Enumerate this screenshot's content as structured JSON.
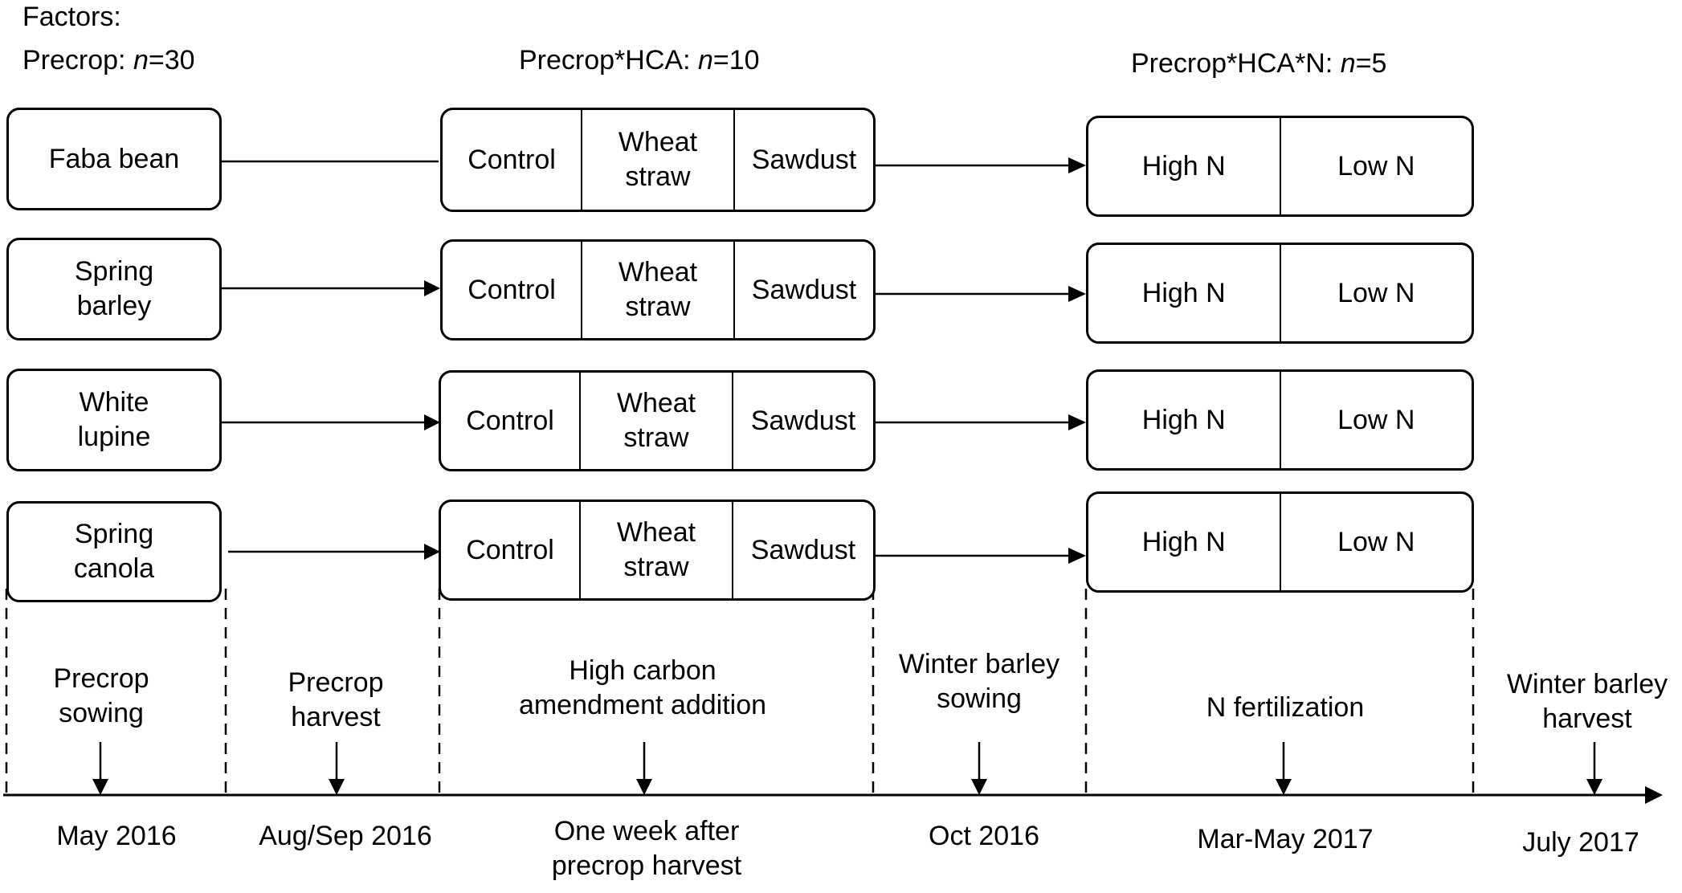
{
  "factors": {
    "heading": "Factors:",
    "precrop": "Precrop: ",
    "precrop_n": "n",
    "precrop_eq": "=30",
    "precrop_hca": "Precrop*HCA: ",
    "precrop_hca_n": "n",
    "precrop_hca_eq": "=10",
    "precrop_hca_n_label": "Precrop*HCA*N: ",
    "precrop_hca_n_n": "n",
    "precrop_hca_n_eq": "=5"
  },
  "precrops": [
    {
      "line1": "Faba bean",
      "line2": ""
    },
    {
      "line1": "Spring",
      "line2": "barley"
    },
    {
      "line1": "White",
      "line2": "lupine"
    },
    {
      "line1": "Spring",
      "line2": "canola"
    }
  ],
  "hca": {
    "control": "Control",
    "wheat1": "Wheat",
    "wheat2": "straw",
    "sawdust": "Sawdust"
  },
  "nitrogen": {
    "high": "High N",
    "low": "Low N"
  },
  "stages": [
    {
      "line1": "Precrop",
      "line2": "sowing"
    },
    {
      "line1": "Precrop",
      "line2": "harvest"
    },
    {
      "line1": "High carbon",
      "line2": "amendment addition"
    },
    {
      "line1": "Winter barley",
      "line2": "sowing"
    },
    {
      "line1": "N fertilization",
      "line2": ""
    },
    {
      "line1": "Winter barley",
      "line2": "harvest"
    }
  ],
  "dates": [
    {
      "line1": "May 2016",
      "line2": ""
    },
    {
      "line1": "Aug/Sep 2016",
      "line2": ""
    },
    {
      "line1": "One week after",
      "line2": "precrop harvest"
    },
    {
      "line1": "Oct 2016",
      "line2": ""
    },
    {
      "line1": "Mar-May 2017",
      "line2": ""
    },
    {
      "line1": "July 2017",
      "line2": ""
    }
  ]
}
